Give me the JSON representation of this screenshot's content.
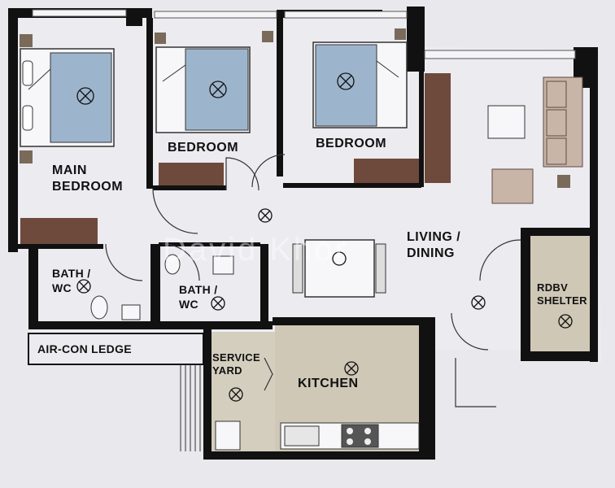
{
  "rooms": {
    "main_bedroom": [
      "MAIN",
      "BEDROOM"
    ],
    "bedroom_2": "BEDROOM",
    "bedroom_3": "BEDROOM",
    "living_dining": [
      "LIVING /",
      "DINING"
    ],
    "bath_1": [
      "BATH /",
      "WC"
    ],
    "bath_2": [
      "BATH /",
      "WC"
    ],
    "aircon_ledge": "AIR-CON LEDGE",
    "service_yard": [
      "SERVICE",
      "YARD"
    ],
    "kitchen": "KITCHEN",
    "shelter": [
      "RDBV",
      "SHELTER"
    ]
  },
  "watermark": "David Khor",
  "colors": {
    "floor": "#e9e8ec",
    "wall": "#111111",
    "bed_blue": "#9db5cc",
    "wardrobe": "#6e4a3d",
    "kitchen_floor": "#cfc8b6",
    "sofa": "#c9b5a8"
  }
}
